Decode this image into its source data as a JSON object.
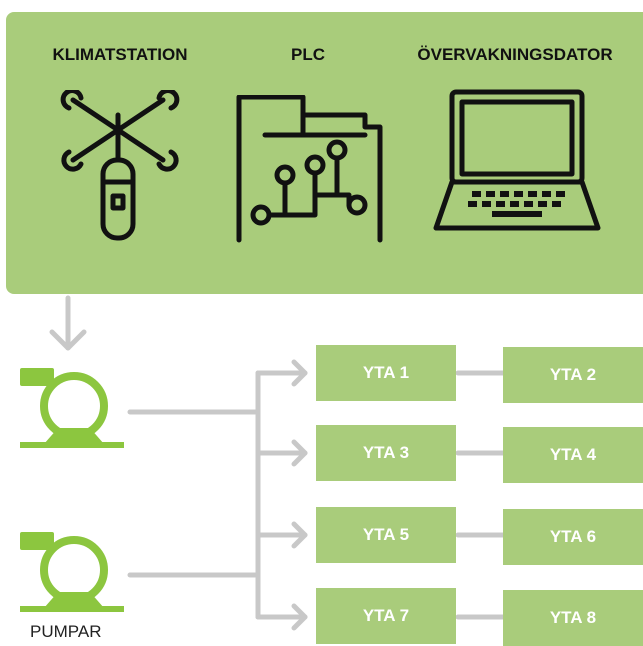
{
  "devices": [
    {
      "label": "KLIMATSTATION",
      "icon": "weather-station-icon"
    },
    {
      "label": "PLC",
      "icon": "plc-icon"
    },
    {
      "label": "ÖVERVAKNINGSDATOR",
      "icon": "laptop-icon"
    }
  ],
  "pumps": {
    "label": "PUMPAR",
    "count": 2,
    "icon": "pump-icon"
  },
  "zones": [
    {
      "label": "YTA 1"
    },
    {
      "label": "YTA 2"
    },
    {
      "label": "YTA 3"
    },
    {
      "label": "YTA 4"
    },
    {
      "label": "YTA 5"
    },
    {
      "label": "YTA 6"
    },
    {
      "label": "YTA 7"
    },
    {
      "label": "YTA 8"
    }
  ],
  "colors": {
    "accent": "#a9cc7b",
    "pump": "#8cc63f",
    "connector": "#c8c8c8",
    "icon_stroke": "#111111"
  }
}
